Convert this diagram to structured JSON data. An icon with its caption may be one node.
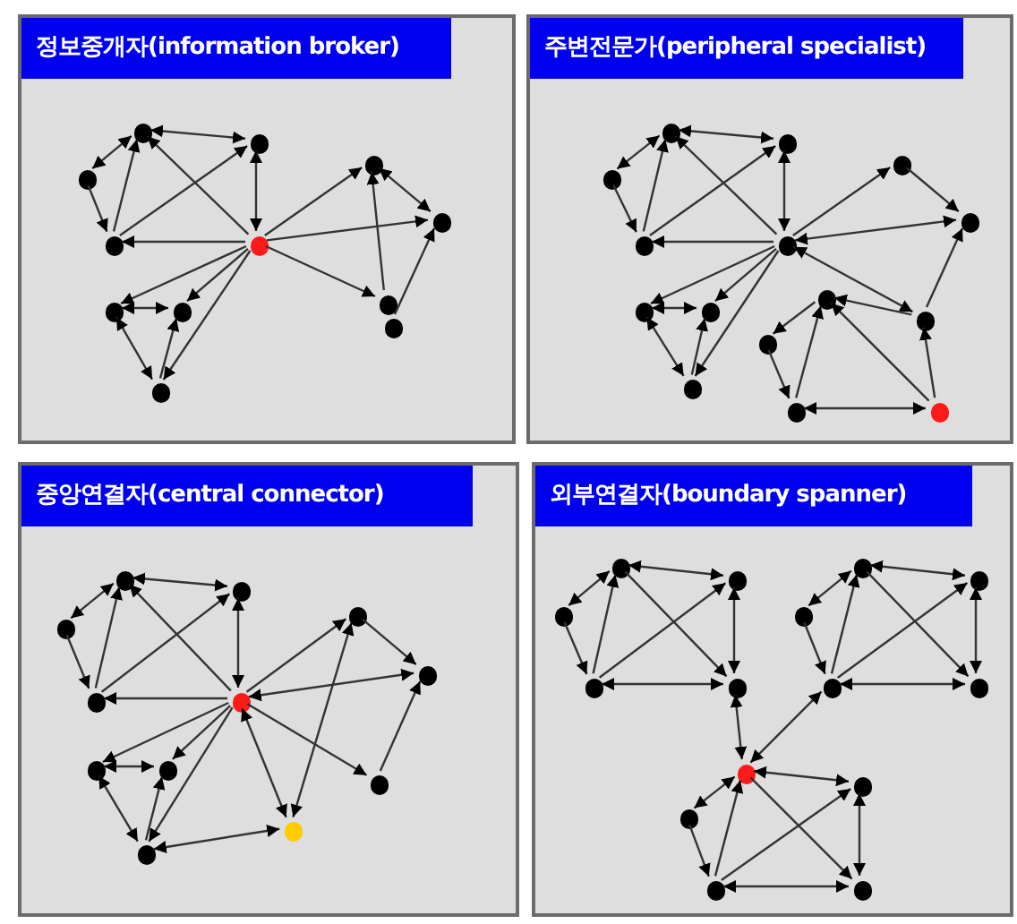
{
  "diagram": {
    "nodes": [
      {
        "text": [
          "정보중개자(information broker)"
        ]
      },
      {
        "text": [],
        "shape": "circle",
        "in": 0
      },
      {
        "text": [],
        "shape": "circle",
        "in": 0
      },
      {
        "text": [],
        "shape": "circle",
        "in": 0
      },
      {
        "text": [],
        "shape": "circle",
        "in": 0
      },
      {
        "text": [],
        "shape": "circle",
        "in": 0
      },
      {
        "text": [],
        "shape": "circle",
        "in": 0
      },
      {
        "text": [],
        "shape": "circle",
        "in": 0
      },
      {
        "text": [],
        "shape": "circle",
        "in": 0
      },
      {
        "text": [],
        "shape": "circle",
        "in": 0
      },
      {
        "text": [],
        "shape": "circle",
        "in": 0
      },
      {
        "text": [],
        "shape": "circle",
        "in": 0
      },
      {
        "text": [],
        "shape": "circle",
        "in": 0
      },
      {
        "text": [
          "주변전문가(peripheral specialist)"
        ]
      },
      {
        "text": [],
        "shape": "circle",
        "in": 13
      },
      {
        "text": [],
        "shape": "circle",
        "in": 13
      },
      {
        "text": [],
        "shape": "circle",
        "in": 13
      },
      {
        "text": [],
        "shape": "circle",
        "in": 13
      },
      {
        "text": [],
        "shape": "circle",
        "in": 13
      },
      {
        "text": [],
        "shape": "circle",
        "in": 13
      },
      {
        "text": [],
        "shape": "circle",
        "in": 13
      },
      {
        "text": [],
        "shape": "circle",
        "in": 13
      },
      {
        "text": [],
        "shape": "circle",
        "in": 13
      },
      {
        "text": [],
        "shape": "circle",
        "in": 13
      },
      {
        "text": [],
        "shape": "circle",
        "in": 13
      },
      {
        "text": [],
        "shape": "circle",
        "in": 13
      },
      {
        "text": [],
        "shape": "circle",
        "in": 13
      },
      {
        "text": [],
        "shape": "circle",
        "in": 13
      },
      {
        "text": [],
        "shape": "circle",
        "in": 13
      },
      {
        "text": [
          "중앙연결자(central connector)"
        ]
      },
      {
        "text": [],
        "shape": "circle",
        "in": 29
      },
      {
        "text": [],
        "shape": "circle",
        "in": 29
      },
      {
        "text": [],
        "shape": "circle",
        "in": 29
      },
      {
        "text": [],
        "shape": "circle",
        "in": 29
      },
      {
        "text": [],
        "shape": "circle",
        "in": 29
      },
      {
        "text": [],
        "shape": "circle",
        "in": 29
      },
      {
        "text": [],
        "shape": "circle",
        "in": 29
      },
      {
        "text": [],
        "shape": "circle",
        "in": 29
      },
      {
        "text": [],
        "shape": "circle",
        "in": 29
      },
      {
        "text": [],
        "shape": "circle",
        "in": 29
      },
      {
        "text": [],
        "shape": "circle",
        "in": 29
      },
      {
        "text": [],
        "shape": "circle",
        "in": 29
      },
      {
        "text": [
          "외부연결자(boundary spanner)"
        ]
      },
      {
        "text": [],
        "shape": "circle",
        "in": 42
      },
      {
        "text": [],
        "shape": "circle",
        "in": 42
      },
      {
        "text": [],
        "shape": "circle",
        "in": 42
      },
      {
        "text": [],
        "shape": "circle",
        "in": 42
      },
      {
        "text": [],
        "shape": "circle",
        "in": 42
      },
      {
        "text": [],
        "shape": "circle",
        "in": 42
      },
      {
        "text": [],
        "shape": "circle",
        "in": 42
      },
      {
        "text": [],
        "shape": "circle",
        "in": 42
      },
      {
        "text": [],
        "shape": "circle",
        "in": 42
      },
      {
        "text": [],
        "shape": "circle",
        "in": 42
      },
      {
        "text": [],
        "shape": "circle",
        "in": 42
      },
      {
        "text": [],
        "shape": "circle",
        "in": 42
      },
      {
        "text": [],
        "shape": "circle",
        "in": 42
      },
      {
        "text": [],
        "shape": "circle",
        "in": 42
      },
      {
        "text": [],
        "shape": "circle",
        "in": 42
      }
    ],
    "edges": [
      {
        "from": 1,
        "to": 2,
        "arrow": "both"
      },
      {
        "from": 1,
        "to": 3,
        "arrow": "both"
      },
      {
        "from": 3,
        "to": 4,
        "arrow": "to"
      },
      {
        "from": 4,
        "to": 1,
        "arrow": "to"
      },
      {
        "from": 4,
        "to": 2,
        "arrow": "to"
      },
      {
        "from": 5,
        "to": 1,
        "arrow": "to"
      },
      {
        "from": 5,
        "to": 4,
        "arrow": "to"
      },
      {
        "from": 2,
        "to": 5,
        "arrow": "both"
      },
      {
        "from": 5,
        "to": 6,
        "arrow": "to"
      },
      {
        "from": 5,
        "to": 7,
        "arrow": "to"
      },
      {
        "from": 5,
        "to": 8,
        "arrow": "to"
      },
      {
        "from": 8,
        "to": 6,
        "arrow": "to"
      },
      {
        "from": 6,
        "to": 7,
        "arrow": "both"
      },
      {
        "from": 9,
        "to": 7,
        "arrow": "to"
      },
      {
        "from": 10,
        "to": 11,
        "arrow": "both"
      },
      {
        "from": 10,
        "to": 12,
        "arrow": "both"
      },
      {
        "from": 12,
        "to": 11,
        "arrow": "to"
      },
      {
        "from": 5,
        "to": 10,
        "arrow": "to"
      },
      {
        "from": 5,
        "to": 11,
        "arrow": "to"
      },
      {
        "from": 5,
        "to": 12,
        "arrow": "to"
      },
      {
        "from": 14,
        "to": 15,
        "arrow": "both"
      },
      {
        "from": 14,
        "to": 16,
        "arrow": "both"
      },
      {
        "from": 16,
        "to": 17,
        "arrow": "to"
      },
      {
        "from": 17,
        "to": 14,
        "arrow": "to"
      },
      {
        "from": 17,
        "to": 15,
        "arrow": "to"
      },
      {
        "from": 18,
        "to": 14,
        "arrow": "to"
      },
      {
        "from": 18,
        "to": 17,
        "arrow": "to"
      },
      {
        "from": 15,
        "to": 18,
        "arrow": "both"
      },
      {
        "from": 18,
        "to": 19,
        "arrow": "to"
      },
      {
        "from": 18,
        "to": 20,
        "arrow": "both"
      },
      {
        "from": 18,
        "to": 21,
        "arrow": "both"
      },
      {
        "from": 19,
        "to": 20,
        "arrow": "to"
      },
      {
        "from": 21,
        "to": 20,
        "arrow": "to"
      },
      {
        "from": 22,
        "to": 23,
        "arrow": "both"
      },
      {
        "from": 22,
        "to": 24,
        "arrow": "both"
      },
      {
        "from": 24,
        "to": 23,
        "arrow": "to"
      },
      {
        "from": 18,
        "to": 22,
        "arrow": "to"
      },
      {
        "from": 18,
        "to": 23,
        "arrow": "to"
      },
      {
        "from": 18,
        "to": 24,
        "arrow": "to"
      },
      {
        "from": 21,
        "to": 25,
        "arrow": "to"
      },
      {
        "from": 25,
        "to": 26,
        "arrow": "to"
      },
      {
        "from": 26,
        "to": 27,
        "arrow": "to"
      },
      {
        "from": 27,
        "to": 25,
        "arrow": "to"
      },
      {
        "from": 28,
        "to": 27,
        "arrow": "both"
      },
      {
        "from": 28,
        "to": 25,
        "arrow": "to"
      },
      {
        "from": 28,
        "to": 21,
        "arrow": "to"
      },
      {
        "from": 30,
        "to": 31,
        "arrow": "both"
      },
      {
        "from": 30,
        "to": 32,
        "arrow": "both"
      },
      {
        "from": 32,
        "to": 33,
        "arrow": "to"
      },
      {
        "from": 33,
        "to": 30,
        "arrow": "to"
      },
      {
        "from": 33,
        "to": 31,
        "arrow": "to"
      },
      {
        "from": 34,
        "to": 30,
        "arrow": "to"
      },
      {
        "from": 34,
        "to": 33,
        "arrow": "to"
      },
      {
        "from": 31,
        "to": 34,
        "arrow": "both"
      },
      {
        "from": 34,
        "to": 35,
        "arrow": "to"
      },
      {
        "from": 34,
        "to": 36,
        "arrow": "both"
      },
      {
        "from": 34,
        "to": 37,
        "arrow": "to"
      },
      {
        "from": 35,
        "to": 36,
        "arrow": "to"
      },
      {
        "from": 37,
        "to": 36,
        "arrow": "to"
      },
      {
        "from": 38,
        "to": 39,
        "arrow": "both"
      },
      {
        "from": 38,
        "to": 40,
        "arrow": "both"
      },
      {
        "from": 40,
        "to": 39,
        "arrow": "to"
      },
      {
        "from": 34,
        "to": 38,
        "arrow": "to"
      },
      {
        "from": 34,
        "to": 39,
        "arrow": "to"
      },
      {
        "from": 34,
        "to": 40,
        "arrow": "to"
      },
      {
        "from": 34,
        "to": 41,
        "arrow": "both"
      },
      {
        "from": 41,
        "to": 35,
        "arrow": "both"
      },
      {
        "from": 40,
        "to": 41,
        "arrow": "both"
      },
      {
        "from": 43,
        "to": 44,
        "arrow": "both"
      },
      {
        "from": 43,
        "to": 45,
        "arrow": "both"
      },
      {
        "from": 45,
        "to": 46,
        "arrow": "to"
      },
      {
        "from": 46,
        "to": 43,
        "arrow": "to"
      },
      {
        "from": 46,
        "to": 44,
        "arrow": "to"
      },
      {
        "from": 43,
        "to": 47,
        "arrow": "to"
      },
      {
        "from": 44,
        "to": 47,
        "arrow": "both"
      },
      {
        "from": 46,
        "to": 47,
        "arrow": "both"
      },
      {
        "from": 48,
        "to": 49,
        "arrow": "both"
      },
      {
        "from": 48,
        "to": 50,
        "arrow": "both"
      },
      {
        "from": 50,
        "to": 51,
        "arrow": "to"
      },
      {
        "from": 51,
        "to": 48,
        "arrow": "to"
      },
      {
        "from": 51,
        "to": 49,
        "arrow": "to"
      },
      {
        "from": 48,
        "to": 52,
        "arrow": "to"
      },
      {
        "from": 49,
        "to": 52,
        "arrow": "both"
      },
      {
        "from": 51,
        "to": 52,
        "arrow": "both"
      },
      {
        "from": 53,
        "to": 54,
        "arrow": "both"
      },
      {
        "from": 53,
        "to": 55,
        "arrow": "both"
      },
      {
        "from": 55,
        "to": 56,
        "arrow": "to"
      },
      {
        "from": 56,
        "to": 53,
        "arrow": "to"
      },
      {
        "from": 56,
        "to": 54,
        "arrow": "to"
      },
      {
        "from": 53,
        "to": 57,
        "arrow": "to"
      },
      {
        "from": 54,
        "to": 57,
        "arrow": "both"
      },
      {
        "from": 56,
        "to": 57,
        "arrow": "both"
      },
      {
        "from": 47,
        "to": 53,
        "arrow": "both"
      },
      {
        "from": 53,
        "to": 51,
        "arrow": "both"
      }
    ]
  }
}
